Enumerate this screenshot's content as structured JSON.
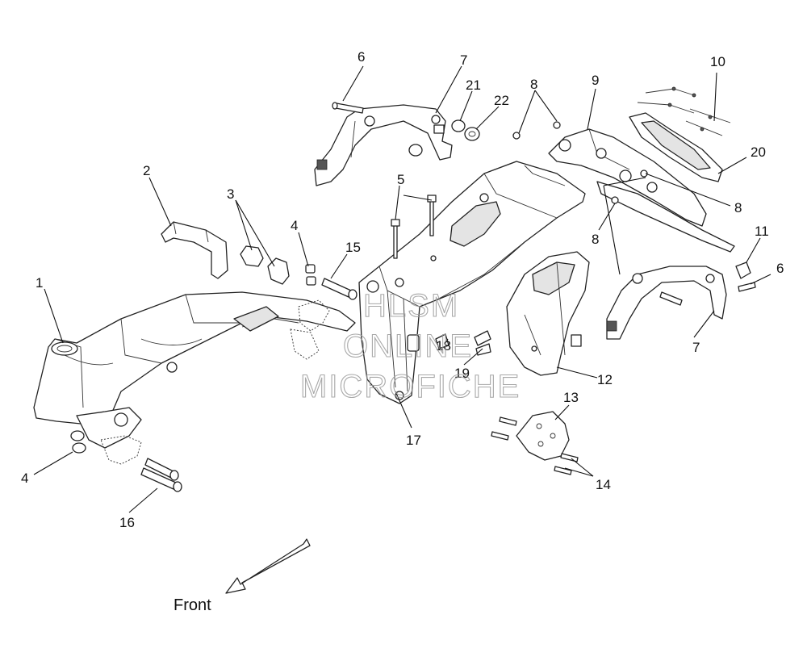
{
  "callouts": {
    "c1": "1",
    "c2": "2",
    "c3": "3",
    "c4a": "4",
    "c4b": "4",
    "c5": "5",
    "c6a": "6",
    "c6b": "6",
    "c7a": "7",
    "c7b": "7",
    "c8a": "8",
    "c8b": "8",
    "c8c": "8",
    "c9": "9",
    "c10": "10",
    "c11": "11",
    "c12": "12",
    "c13": "13",
    "c14": "14",
    "c15": "15",
    "c16": "16",
    "c17": "17",
    "c18": "18",
    "c19": "19",
    "c20": "20",
    "c21": "21",
    "c22": "22"
  },
  "front_label": "Front",
  "watermark": {
    "line1": "HLSM",
    "line2": "ONLINE",
    "line3": "MICROFICHE"
  },
  "colors": {
    "line": "#222222",
    "watermark": "#9a9a9a",
    "background": "#ffffff"
  }
}
